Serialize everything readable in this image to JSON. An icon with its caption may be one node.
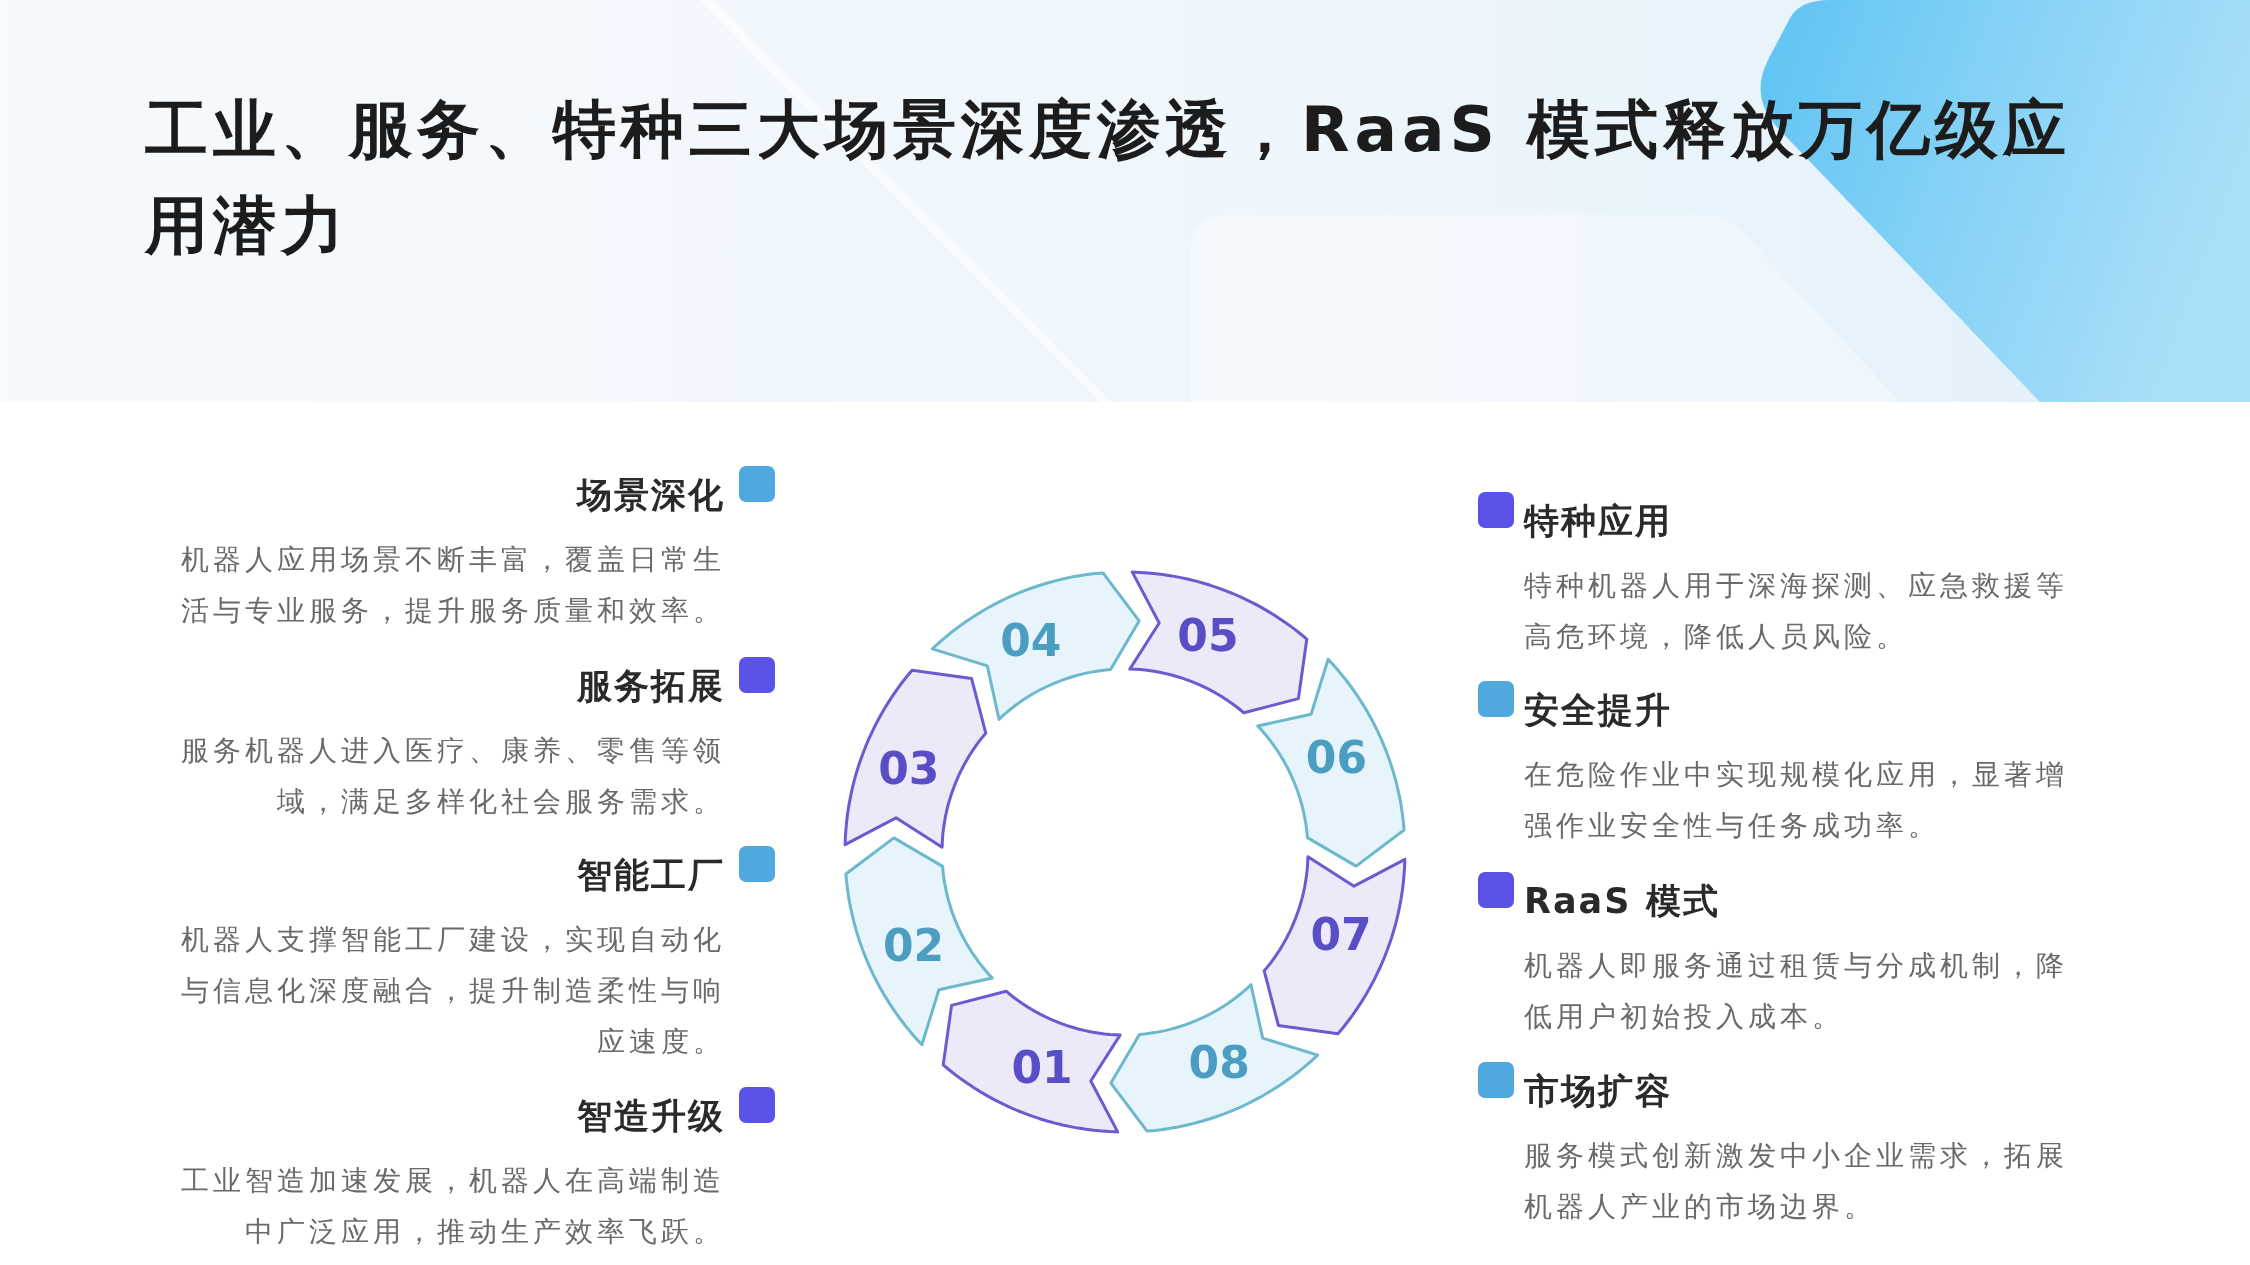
{
  "diagram": {
    "title": "工业、服务、特种三大场景深度渗透，RaaS 模式释放万亿级应用潜力",
    "nodes": [
      {
        "text": [
          "01"
        ]
      },
      {
        "text": [
          "02"
        ]
      },
      {
        "text": [
          "03"
        ]
      },
      {
        "text": [
          "04"
        ]
      },
      {
        "text": [
          "05"
        ]
      },
      {
        "text": [
          "06"
        ]
      },
      {
        "text": [
          "07"
        ]
      },
      {
        "text": [
          "08"
        ]
      }
    ],
    "labels": [
      "场景深化",
      "机器人应用场景不断丰富，覆盖日常生活与专业服务，提升服务质量和效率。",
      "服务拓展",
      "服务机器人进入医疗、康养、零售等领域，满足多样化社会服务需求。",
      "智能工厂",
      "机器人支撑智能工厂建设，实现自动化与信息化深度融合，提升制造柔性与响应速度。",
      "智造升级",
      "工业智造加速发展，机器人在高端制造中广泛应用，推动生产效率飞跃。",
      "特种应用",
      "特种机器人用于深海探测、应急救援等高危环境，降低人员风险。",
      "安全提升",
      "在危险作业中实现规模化应用，显著增强作业安全性与任务成功率。",
      "RaaS 模式",
      "机器人即服务通过租赁与分成机制，降低用户初始投入成本。",
      "市场扩容",
      "服务模式创新激发中小企业需求，拓展机器人产业的市场边界。"
    ]
  }
}
